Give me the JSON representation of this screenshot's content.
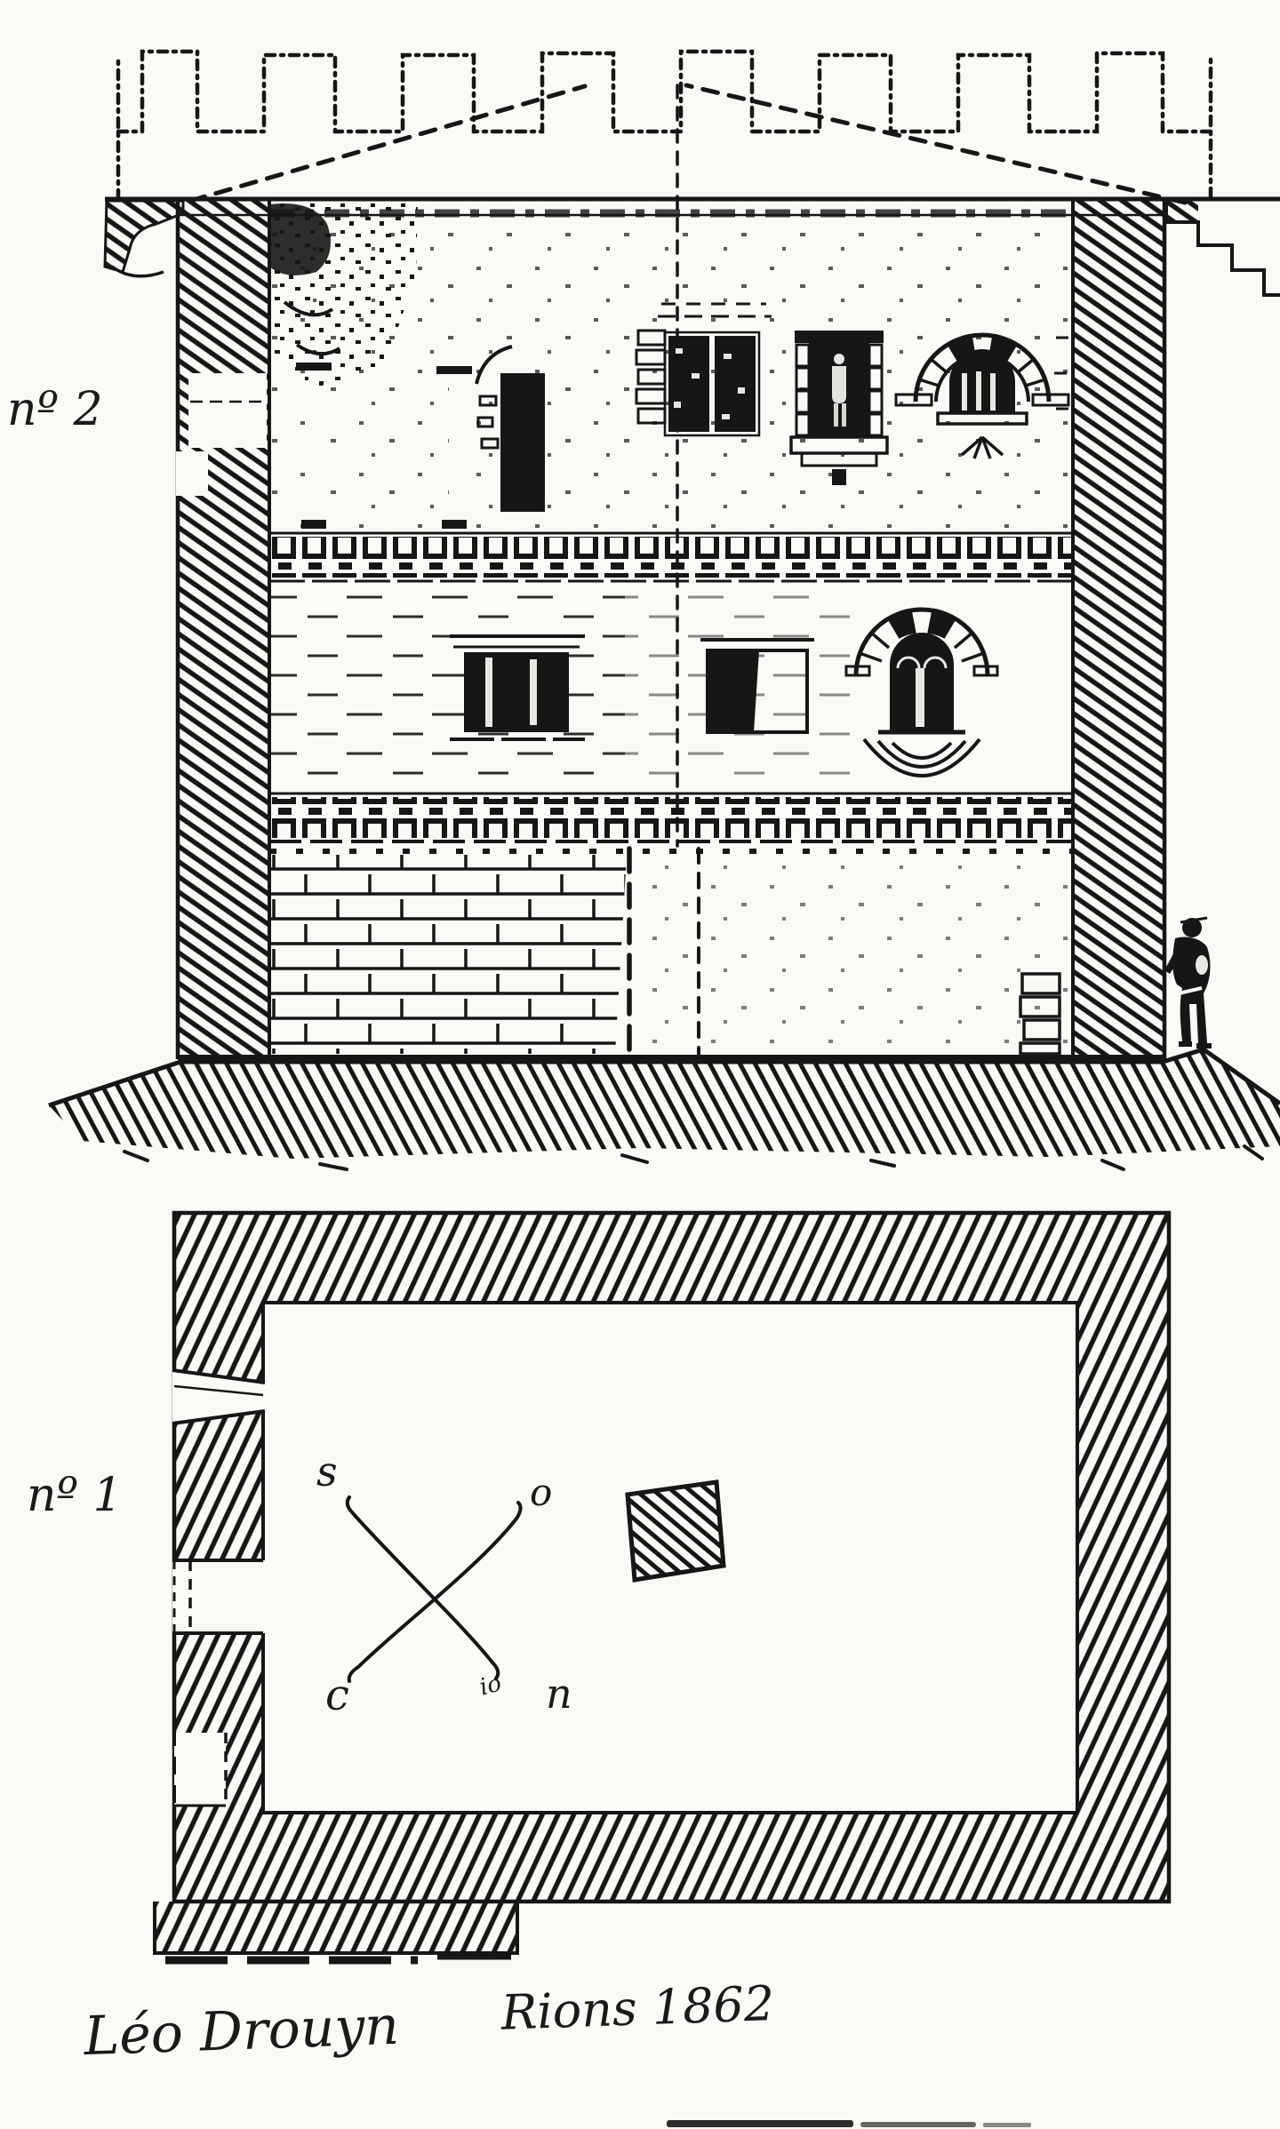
{
  "artwork": {
    "elevation_label": "nº 2",
    "plan_label": "nº 1",
    "compass": {
      "top_left": "s",
      "top_right": "o",
      "bottom_left": "c",
      "bottom_right": "n",
      "annotation": "io"
    },
    "signature": {
      "artist": "Léo Drouyn",
      "place_and_date": "Rions 1862"
    },
    "colors": {
      "ink": "#161616",
      "paper": "#faf9f6"
    }
  }
}
